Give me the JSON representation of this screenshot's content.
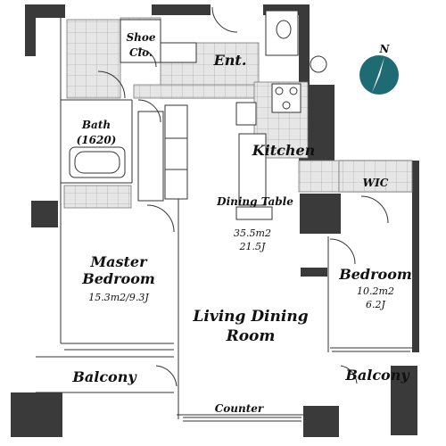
{
  "compass": {
    "letter": "N",
    "accent": "#1f6b73",
    "icon": "north-arrow-icon"
  },
  "rooms": {
    "shoe_closet_line1": "Shoe",
    "shoe_closet_line2": "Clo.",
    "entrance": "Ent.",
    "bath_line1": "Bath",
    "bath_line2": "(1620)",
    "kitchen": "Kitchen",
    "dining_table": "Dining Table",
    "wic": "WIC",
    "living_area": "35.5m2",
    "living_tatami": "21.5J",
    "master_line1": "Master",
    "master_line2": "Bedroom",
    "master_size": "15.3m2/9.3J",
    "bedroom": "Bedroom",
    "bedroom_area": "10.2m2",
    "bedroom_tatami": "6.2J",
    "living_line1": "Living Dining",
    "living_line2": "Room",
    "balcony_left": "Balcony",
    "balcony_right": "Balcony",
    "counter": "Counter"
  },
  "colors": {
    "wall": "#3a3a3a",
    "tile": "#e6e6e6"
  }
}
